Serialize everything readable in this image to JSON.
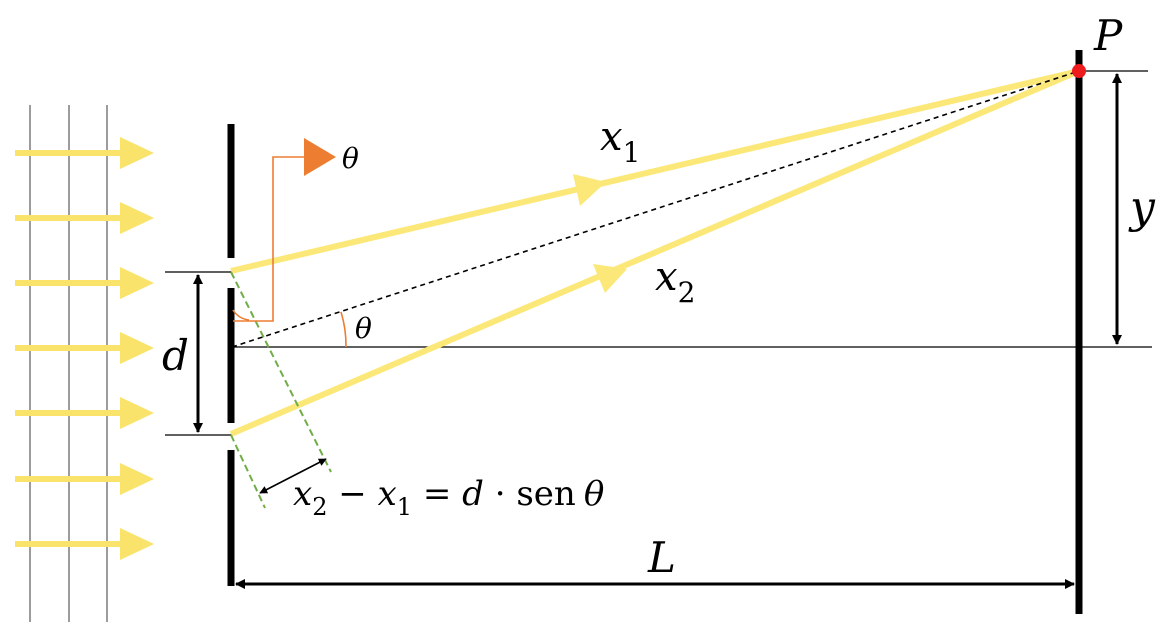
{
  "colors": {
    "beam": "#FBE878",
    "incident": "#F9E36A",
    "point": "#EE1C1C",
    "angle": "#ED7D31",
    "path_diff": "#70AD47",
    "line": "#000000",
    "wavefront": "#555555"
  },
  "labels": {
    "point": "P",
    "ray1_var": "x",
    "ray1_sub": "1",
    "ray2_var": "x",
    "ray2_sub": "2",
    "distance_screen": "y",
    "slit_sep": "d",
    "angle": "θ",
    "angle_legend": "θ",
    "distance_L": "L",
    "eq_x": "x",
    "eq_sub2": "2",
    "eq_minus": " − ",
    "eq_x1": "x",
    "eq_sub1": "1",
    "eq_equals": " = ",
    "eq_d": "d",
    "eq_dot": " · ",
    "eq_sen": "sen",
    "eq_theta": "θ"
  }
}
